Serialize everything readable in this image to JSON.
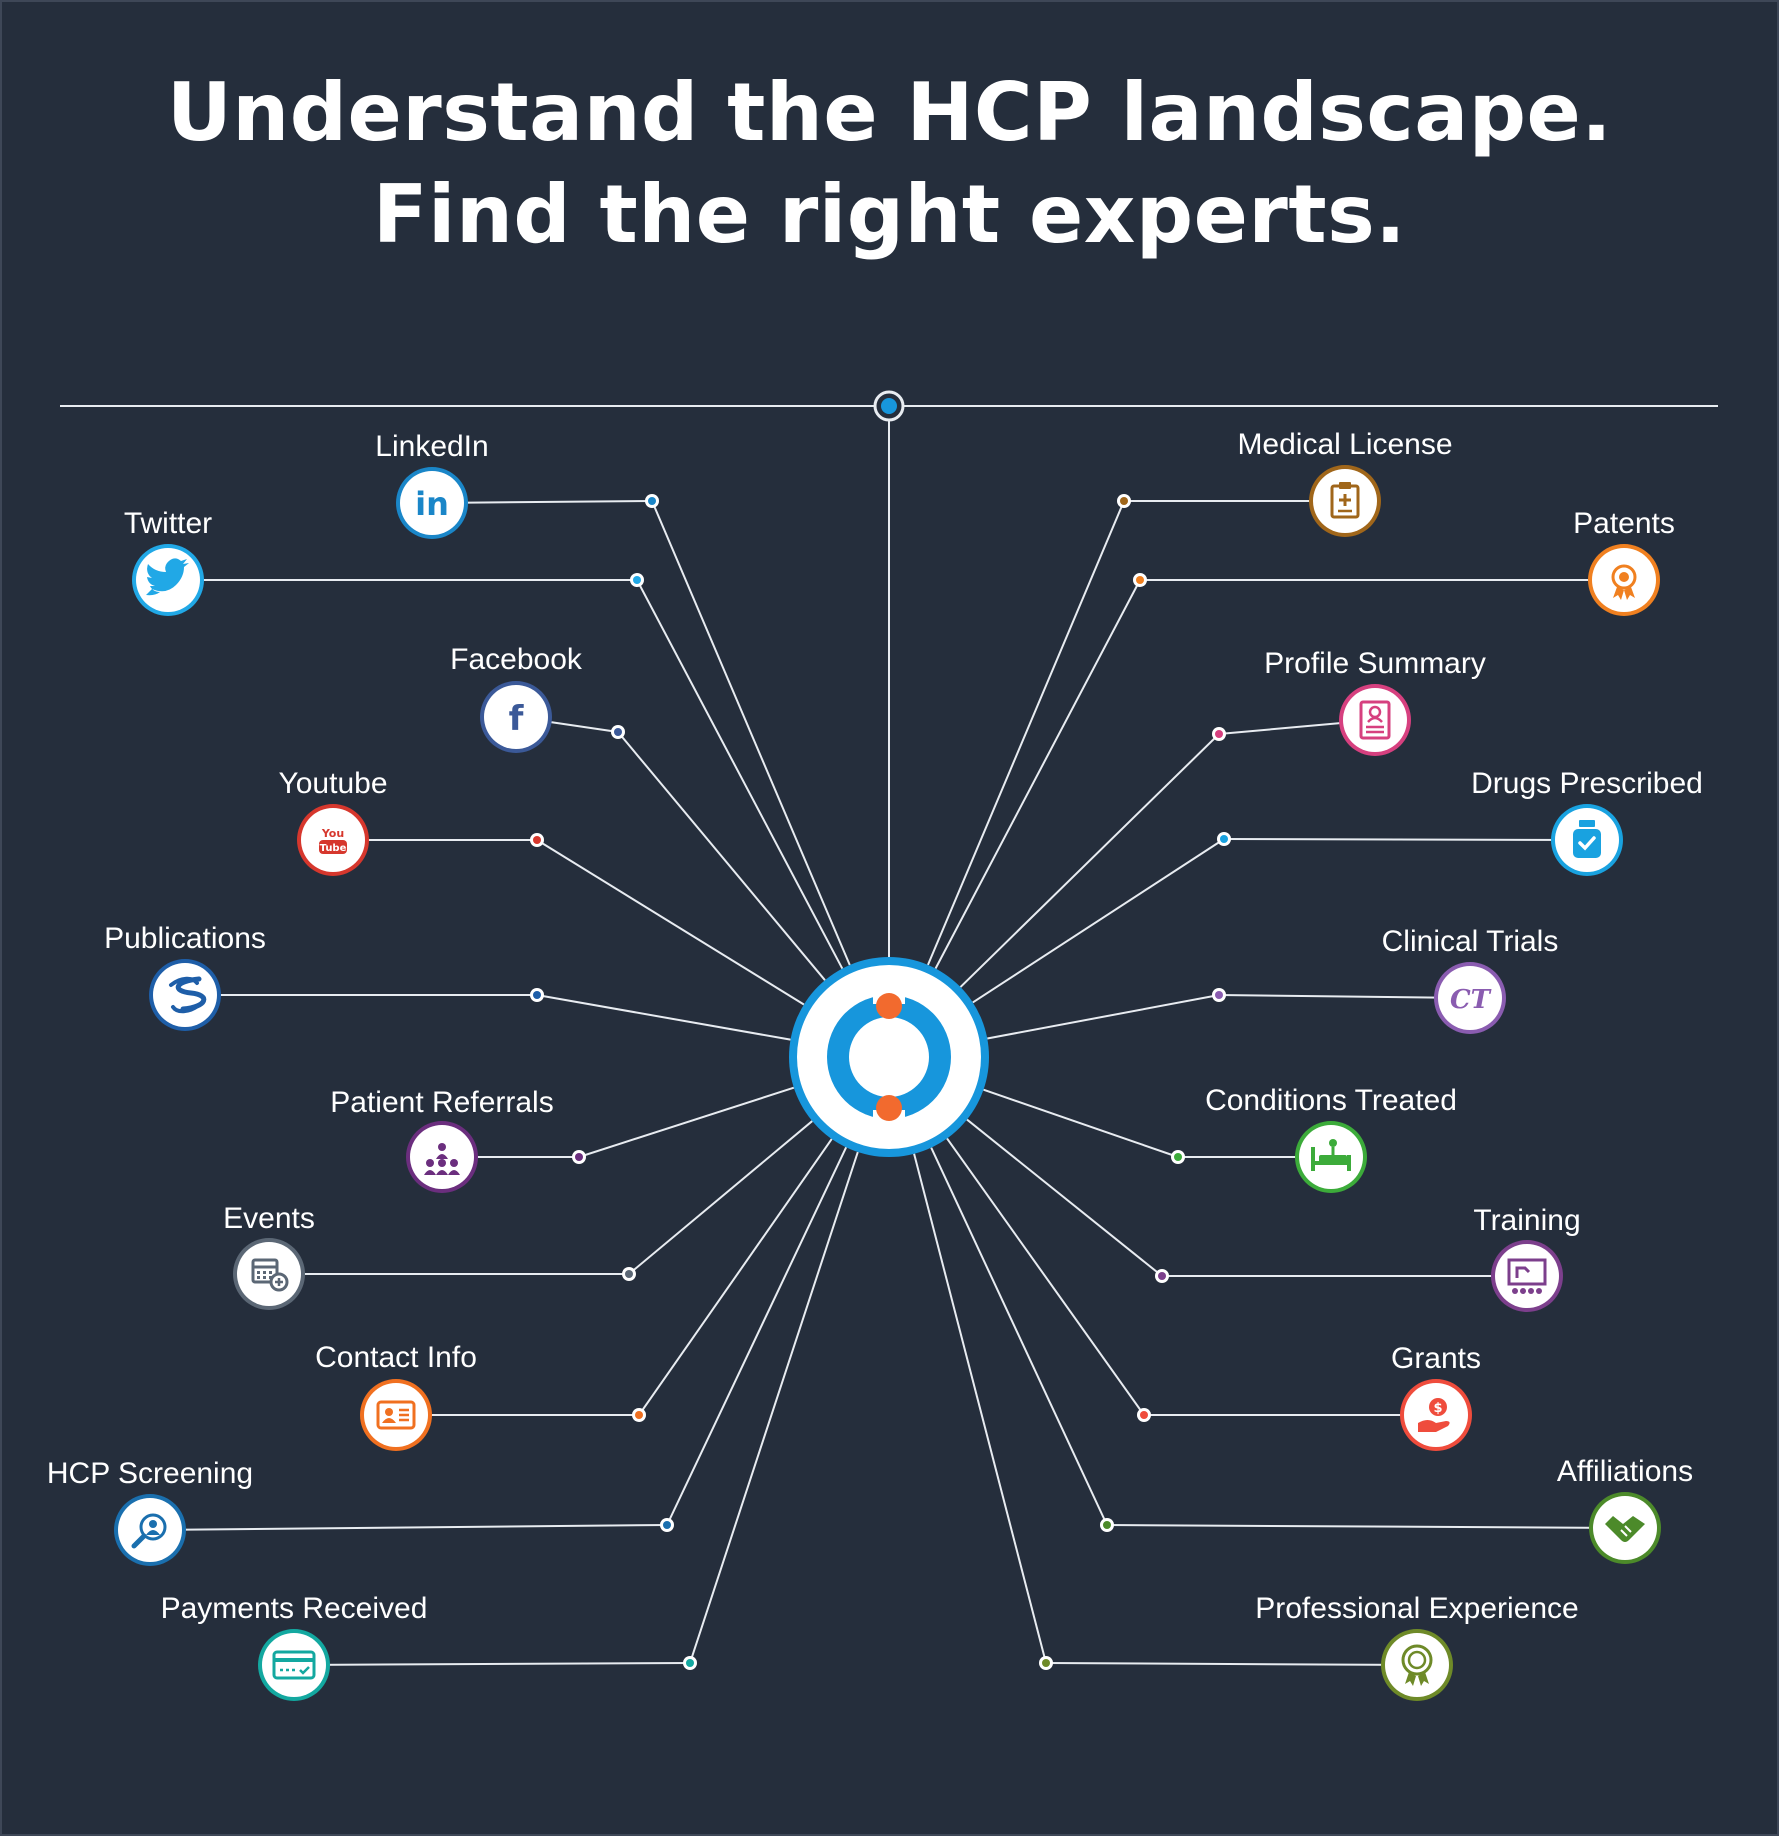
{
  "headline": {
    "line1": "Understand the HCP landscape.",
    "line2": "Find the right experts."
  },
  "colors": {
    "background": "#252e3c",
    "connector": "#e8ecf1",
    "hub_ring": "#1796dc",
    "hub_accent": "#f26a2e"
  },
  "nodes": [
    {
      "label": "LinkedIn",
      "icon": "linkedin-icon",
      "color": "#1a86c8"
    },
    {
      "label": "Twitter",
      "icon": "twitter-icon",
      "color": "#21a8e6"
    },
    {
      "label": "Facebook",
      "icon": "facebook-icon",
      "color": "#3b5998"
    },
    {
      "label": "Youtube",
      "icon": "youtube-icon",
      "color": "#d6372d"
    },
    {
      "label": "Publications",
      "icon": "publications-icon",
      "color": "#1e5ea8"
    },
    {
      "label": "Patient Referrals",
      "icon": "patient-referrals-icon",
      "color": "#6b2e7e"
    },
    {
      "label": "Events",
      "icon": "events-calendar-icon",
      "color": "#5b6775"
    },
    {
      "label": "Contact Info",
      "icon": "contact-card-icon",
      "color": "#f07020"
    },
    {
      "label": "HCP Screening",
      "icon": "search-person-icon",
      "color": "#1a6fae"
    },
    {
      "label": "Payments Received",
      "icon": "credit-card-icon",
      "color": "#13a8a0"
    },
    {
      "label": "Medical License",
      "icon": "medical-license-icon",
      "color": "#a0661a"
    },
    {
      "label": "Patents",
      "icon": "patent-badge-icon",
      "color": "#f08020"
    },
    {
      "label": "Profile Summary",
      "icon": "profile-summary-icon",
      "color": "#d6407f"
    },
    {
      "label": "Drugs Prescribed",
      "icon": "prescription-bottle-icon",
      "color": "#19a2e0"
    },
    {
      "label": "Clinical Trials",
      "icon": "clinical-trials-icon",
      "color": "#8a5cb0",
      "glyph": "CT"
    },
    {
      "label": "Conditions Treated",
      "icon": "hospital-bed-icon",
      "color": "#3cab3a"
    },
    {
      "label": "Training",
      "icon": "training-board-icon",
      "color": "#7c3f8c"
    },
    {
      "label": "Grants",
      "icon": "grant-hand-icon",
      "color": "#ef4c3c"
    },
    {
      "label": "Affiliations",
      "icon": "handshake-icon",
      "color": "#4c8a2a"
    },
    {
      "label": "Professional Experience",
      "icon": "award-ribbon-icon",
      "color": "#6e8a28"
    }
  ]
}
